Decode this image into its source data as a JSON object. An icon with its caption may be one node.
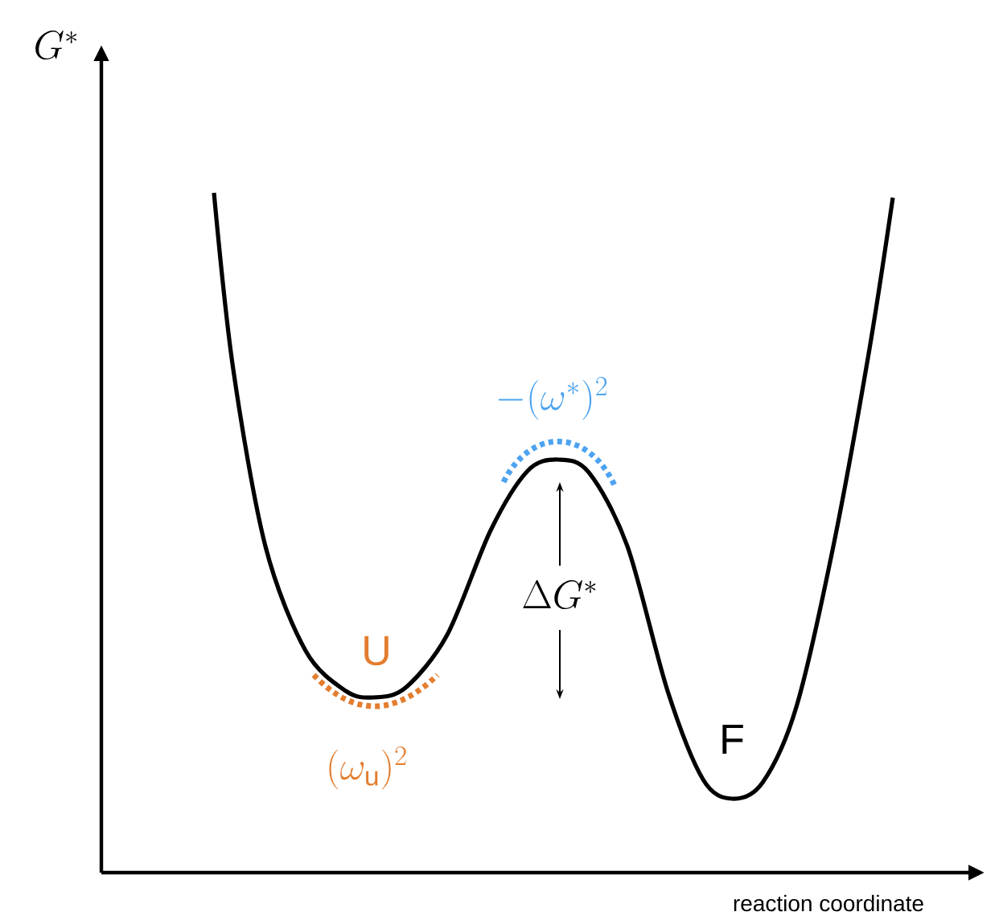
{
  "diagram": {
    "labels": [
      "G^*",
      "-(\\omega^*)^2",
      "\\Delta G^*",
      "U",
      "F",
      "(\\omega_\\mathrm{u})^2",
      "reaction coordinate"
    ]
  }
}
